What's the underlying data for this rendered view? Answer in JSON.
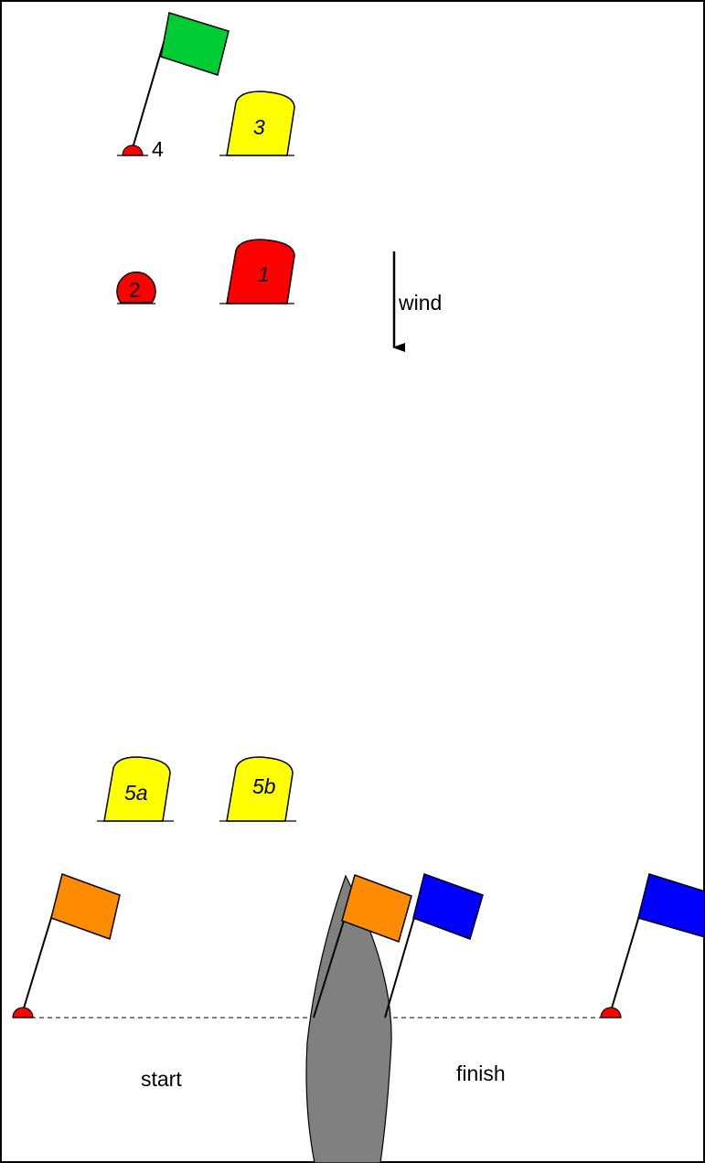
{
  "diagram": {
    "wind_label": "wind",
    "start_label": "start",
    "finish_label": "finish",
    "marks": {
      "mark_1": "1",
      "mark_2": "2",
      "mark_3": "3",
      "mark_4": "4",
      "mark_5a_num": "5",
      "mark_5a_suffix": "a",
      "mark_5b_num": "5",
      "mark_5b_suffix": "b"
    }
  },
  "colors": {
    "green_flag": "#00cc33",
    "orange_flag": "#ff8c00",
    "blue_flag": "#0000ff",
    "yellow_mark": "#ffff00",
    "red_mark": "#ff0000",
    "boat": "#808080"
  },
  "icons": [
    "green-flag-icon",
    "orange-flag-icon",
    "blue-flag-icon",
    "buoy-icon",
    "boat-icon",
    "wind-arrow-icon"
  ]
}
